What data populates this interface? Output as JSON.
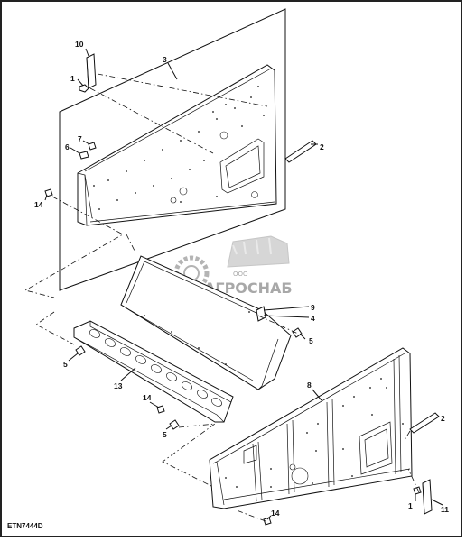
{
  "diagram": {
    "code": "ETN7444D",
    "watermark": {
      "abbr": "ООО",
      "name": "АГРОСНАБ"
    },
    "callouts": [
      {
        "id": "c10",
        "text": "10"
      },
      {
        "id": "c1a",
        "text": "1"
      },
      {
        "id": "c3",
        "text": "3"
      },
      {
        "id": "c6",
        "text": "6"
      },
      {
        "id": "c7",
        "text": "7"
      },
      {
        "id": "c2a",
        "text": "2"
      },
      {
        "id": "c14a",
        "text": "14"
      },
      {
        "id": "c9",
        "text": "9"
      },
      {
        "id": "c4",
        "text": "4"
      },
      {
        "id": "c5a",
        "text": "5"
      },
      {
        "id": "c5b",
        "text": "5"
      },
      {
        "id": "c13",
        "text": "13"
      },
      {
        "id": "c14b",
        "text": "14"
      },
      {
        "id": "c5c",
        "text": "5"
      },
      {
        "id": "c8",
        "text": "8"
      },
      {
        "id": "c2b",
        "text": "2"
      },
      {
        "id": "c1b",
        "text": "1"
      },
      {
        "id": "c11",
        "text": "11"
      },
      {
        "id": "c14c",
        "text": "14"
      }
    ]
  }
}
